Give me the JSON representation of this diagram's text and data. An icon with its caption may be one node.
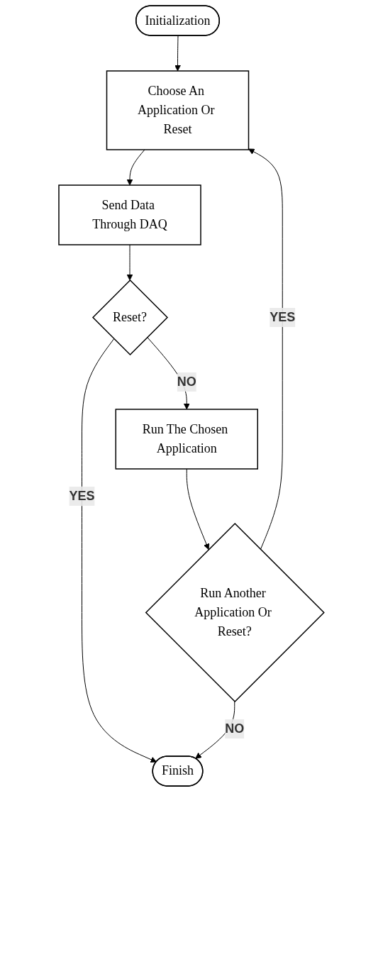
{
  "diagram": {
    "nodes": [
      {
        "text": [
          "Initialization"
        ]
      },
      {
        "text": [
          "Choose An Application Or Reset"
        ]
      },
      {
        "text": [
          "Send Data Through DAQ"
        ]
      },
      {
        "text": [
          "Reset?"
        ]
      },
      {
        "text": [
          "Run The Chosen Application"
        ]
      },
      {
        "text": [
          "Run Another Application Or Reset?"
        ]
      },
      {
        "text": [
          "Finish"
        ]
      }
    ],
    "edges": [
      {
        "from": 0,
        "to": 1,
        "arrow": "to"
      },
      {
        "from": 1,
        "to": 2,
        "arrow": "to"
      },
      {
        "from": 2,
        "to": 3,
        "arrow": "to"
      },
      {
        "from": 3,
        "to": 4,
        "arrow": "to",
        "label": "NO"
      },
      {
        "from": 3,
        "to": 6,
        "arrow": "to",
        "label": "YES"
      },
      {
        "from": 4,
        "to": 5,
        "arrow": "to"
      },
      {
        "from": 5,
        "to": 1,
        "arrow": "to",
        "label": "YES"
      },
      {
        "from": 5,
        "to": 6,
        "arrow": "to",
        "label": "NO"
      }
    ]
  }
}
